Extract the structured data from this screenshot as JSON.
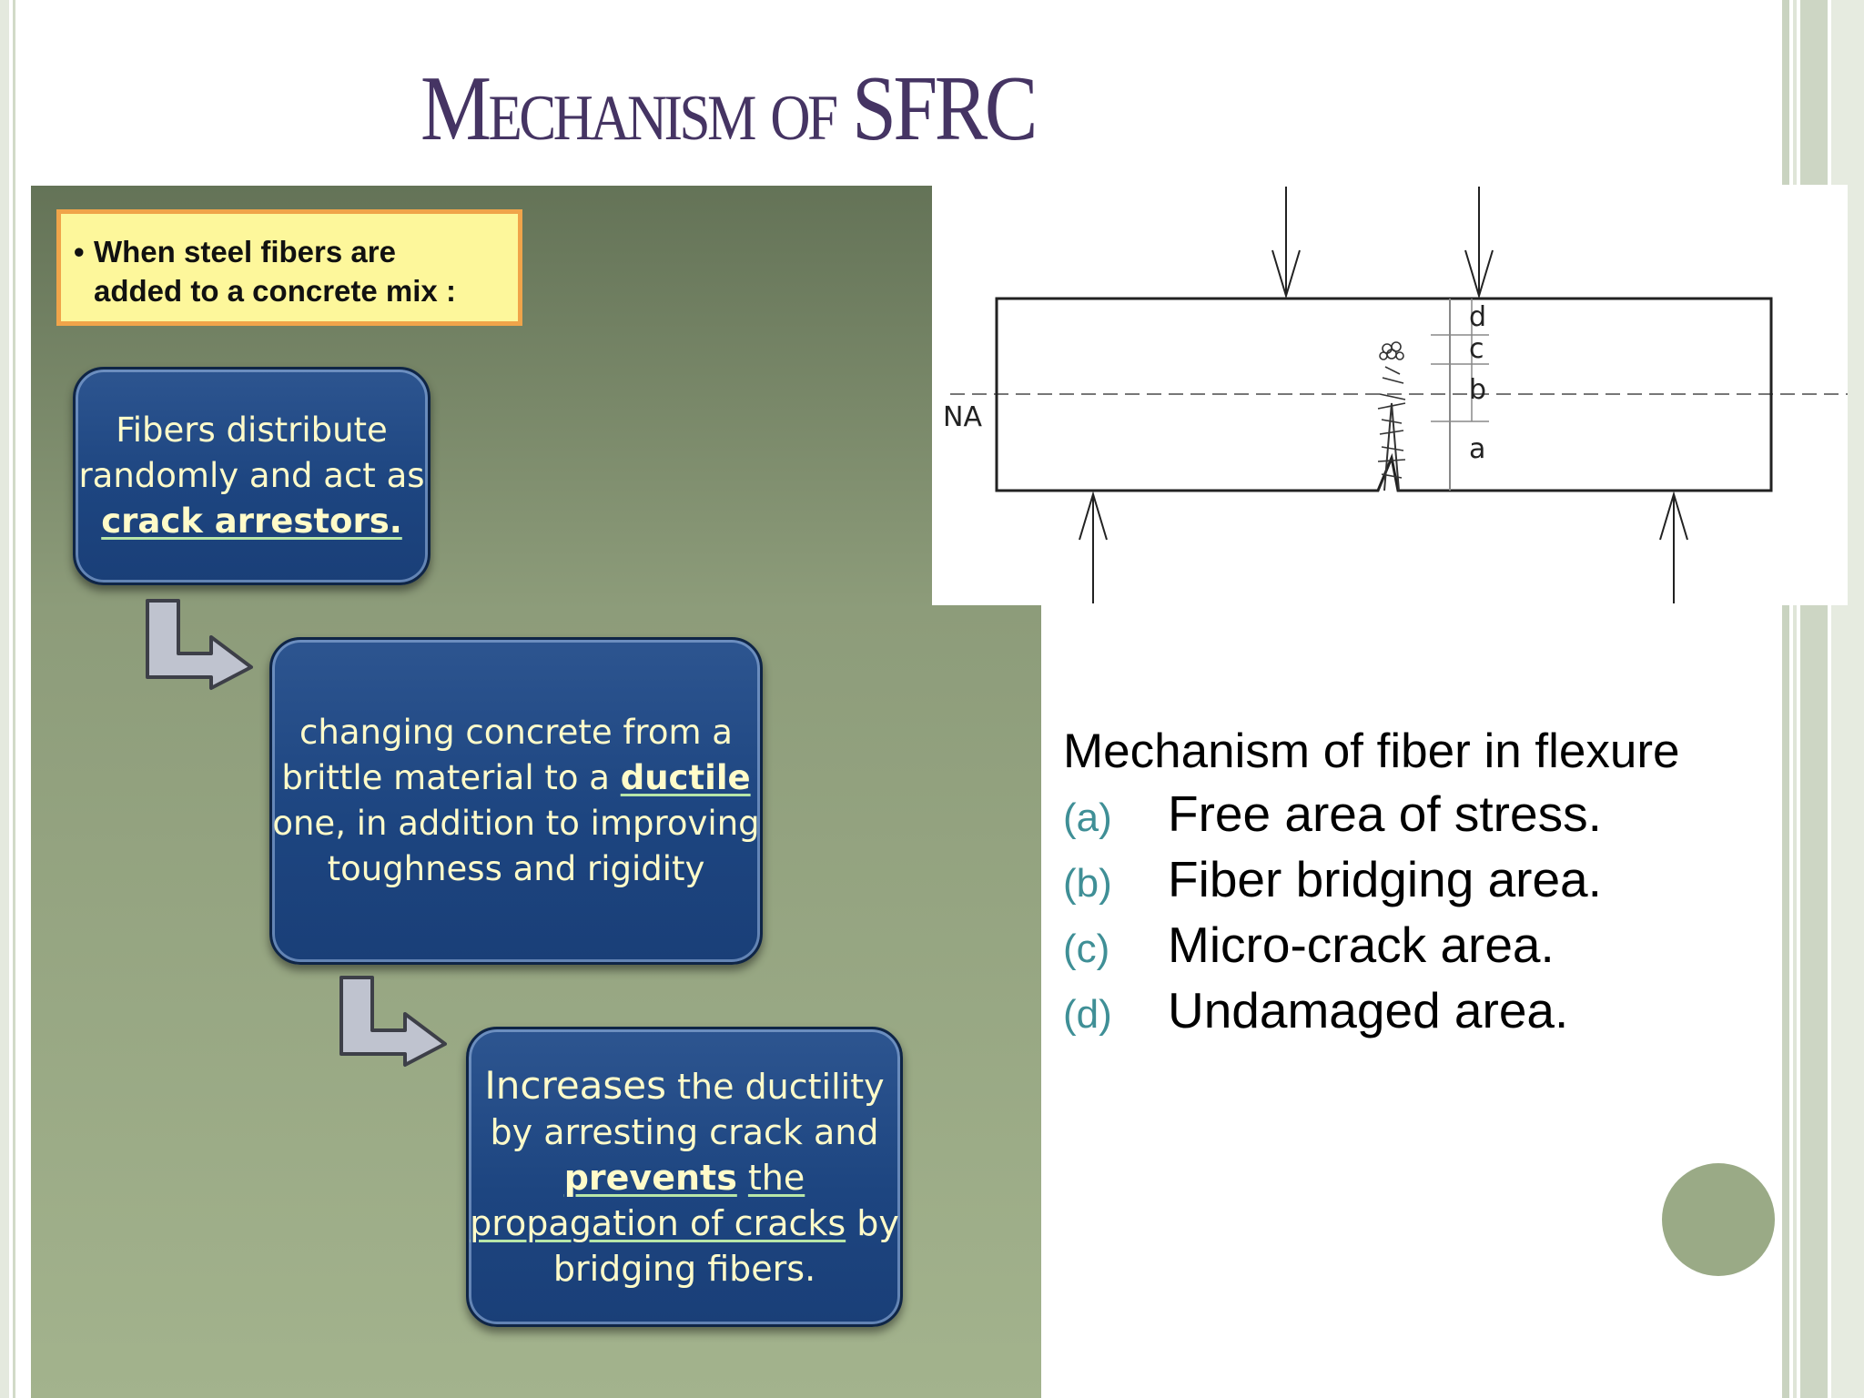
{
  "slide": {
    "title": "Mechanism of SFRC",
    "callout": {
      "bullet": "•",
      "line1": "When steel fibers are",
      "line2": "added to a concrete mix :"
    },
    "box1": {
      "pre": "Fibers distribute randomly and act as ",
      "emph": "crack arrestors."
    },
    "box2": {
      "pre": "changing concrete from a brittle material to a ",
      "emph": "ductile",
      "post": " one, in addition to improving toughness and rigidity"
    },
    "box3": {
      "first": "Increases",
      "pre": " the ductility by arresting crack and ",
      "emph": "prevents",
      "mid": "the propagation of cracks",
      "post": " by bridging fibers."
    },
    "figure": {
      "na": "NA",
      "d": "d",
      "c": "c",
      "b": "b",
      "a": "a"
    },
    "caption": {
      "heading": "Mechanism of fiber in flexure",
      "items": [
        {
          "label": "(a)",
          "text": "Free area of stress."
        },
        {
          "label": "(b)",
          "text": "Fiber bridging area."
        },
        {
          "label": "(c)",
          "text": "Micro-crack area."
        },
        {
          "label": "(d)",
          "text": "Undamaged area."
        }
      ]
    },
    "colors": {
      "title": "#453463",
      "panel": "#8d9c7a",
      "box": "#1d4580",
      "box_text": "#fffbc9",
      "callout_bg": "#fdf79b",
      "callout_border": "#f0a44a",
      "label": "#3f8f96",
      "dot": "#9aaa86"
    }
  }
}
